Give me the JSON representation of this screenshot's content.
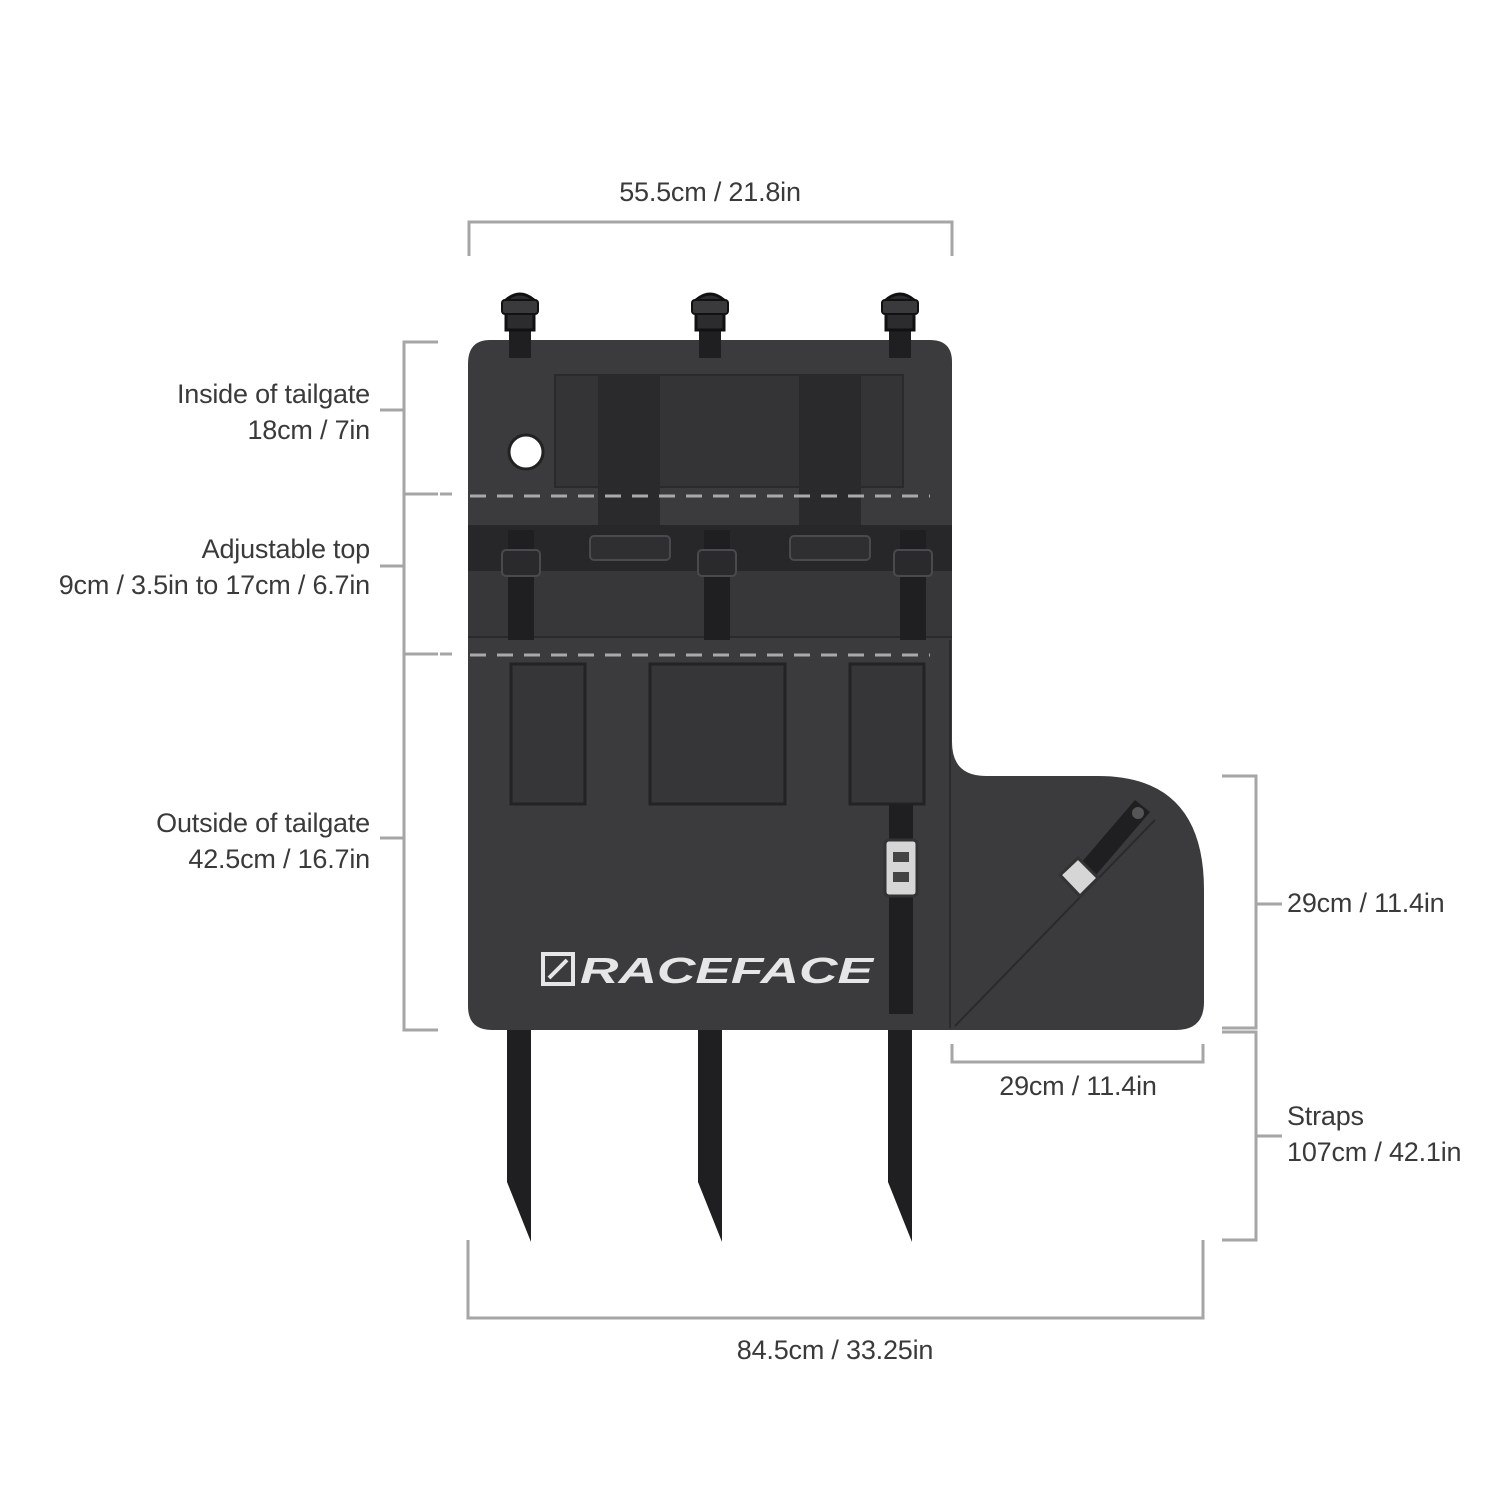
{
  "dimensions": {
    "top_width": "55.5cm / 21.8in",
    "inside_tailgate": {
      "title": "Inside of tailgate",
      "value": "18cm / 7in"
    },
    "adjustable_top": {
      "title": "Adjustable top",
      "value": "9cm / 3.5in to 17cm / 6.7in"
    },
    "outside_tailgate": {
      "title": "Outside of tailgate",
      "value": "42.5cm / 16.7in"
    },
    "flap_height": "29cm / 11.4in",
    "flap_width": "29cm / 11.4in",
    "straps": {
      "title": "Straps",
      "value": "107cm / 42.1in"
    },
    "total_width": "84.5cm / 33.25in"
  },
  "brand": {
    "logo_text": "RACEFACE"
  },
  "colors": {
    "pad": "#3b3b3e",
    "pad_dark": "#2e2e31",
    "strap": "#1f1f22",
    "dimension_line": "#a6a6a6",
    "text": "#3a3a3a"
  }
}
